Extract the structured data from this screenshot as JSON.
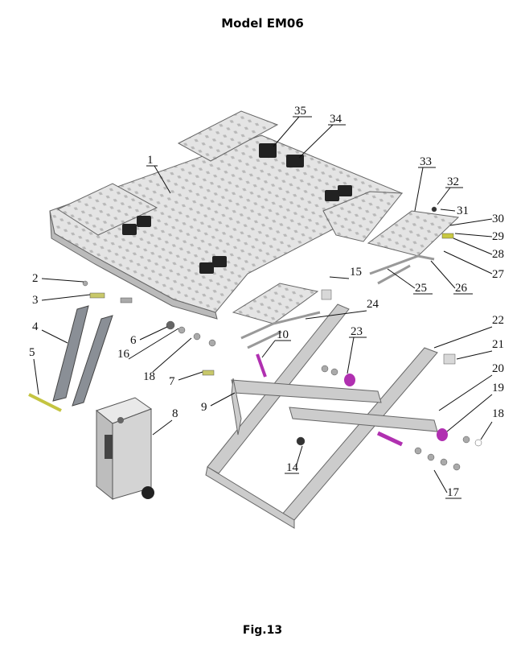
{
  "title": "Model EM06",
  "caption": "Fig.13",
  "callouts": [
    "1",
    "2",
    "3",
    "4",
    "5",
    "6",
    "7",
    "8",
    "9",
    "10",
    "14",
    "15",
    "16",
    "17",
    "18",
    "18",
    "19",
    "20",
    "21",
    "22",
    "23",
    "24",
    "25",
    "26",
    "27",
    "28",
    "29",
    "30",
    "31",
    "32",
    "33",
    "34",
    "35"
  ],
  "colors": {
    "platform": "#d9d9d9",
    "frame": "#c8c8c8",
    "accent_yellow": "#e6e04a",
    "accent_purple": "#b030b0",
    "block": "#222222"
  }
}
